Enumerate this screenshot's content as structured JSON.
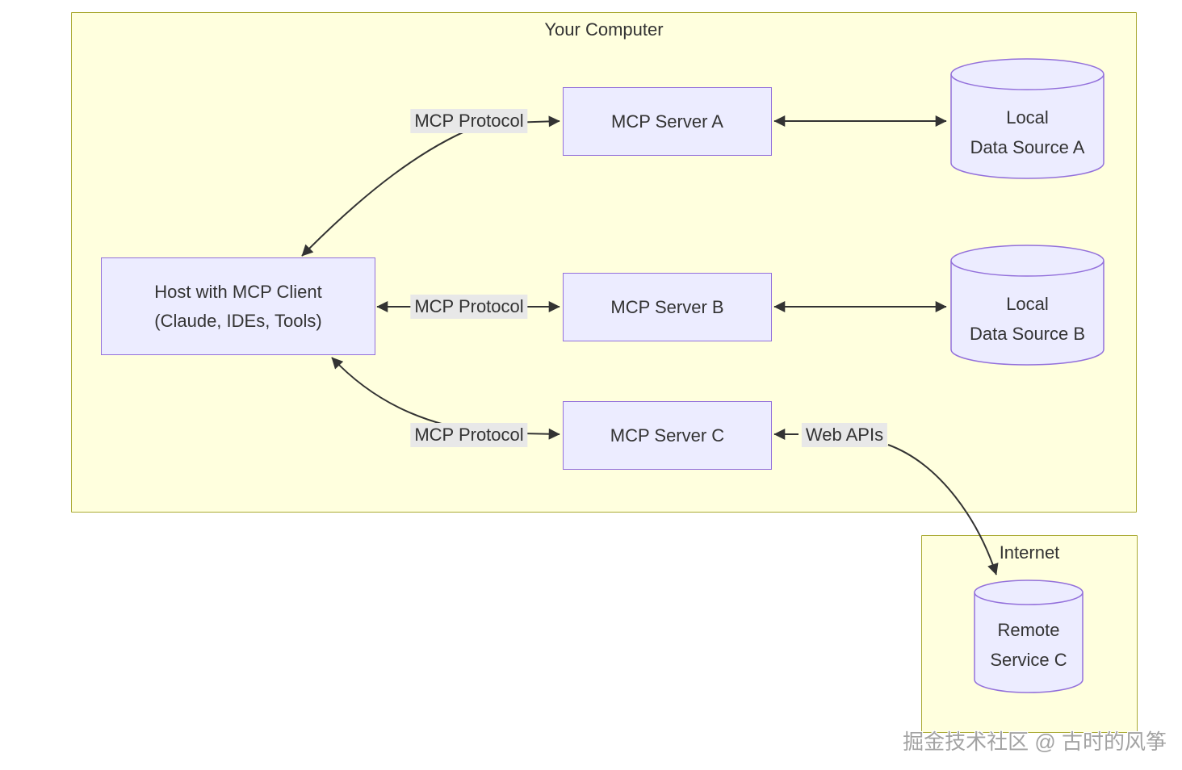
{
  "clusters": {
    "your_computer": {
      "label": "Your Computer"
    },
    "internet": {
      "label": "Internet"
    }
  },
  "nodes": {
    "host": {
      "line1": "Host with MCP Client",
      "line2": "(Claude, IDEs, Tools)"
    },
    "server_a": {
      "label": "MCP Server A"
    },
    "server_b": {
      "label": "MCP Server B"
    },
    "server_c": {
      "label": "MCP Server C"
    },
    "data_source_a": {
      "line1": "Local",
      "line2": "Data Source A"
    },
    "data_source_b": {
      "line1": "Local",
      "line2": "Data Source B"
    },
    "remote_service_c": {
      "line1": "Remote",
      "line2": "Service C"
    }
  },
  "edges": [
    {
      "from": "host",
      "to": "server_a",
      "label": "MCP Protocol",
      "bidirectional": true
    },
    {
      "from": "host",
      "to": "server_b",
      "label": "MCP Protocol",
      "bidirectional": true
    },
    {
      "from": "host",
      "to": "server_c",
      "label": "MCP Protocol",
      "bidirectional": true
    },
    {
      "from": "server_a",
      "to": "data_source_a",
      "label": "",
      "bidirectional": true
    },
    {
      "from": "server_b",
      "to": "data_source_b",
      "label": "",
      "bidirectional": true
    },
    {
      "from": "server_c",
      "to": "remote_service_c",
      "label": "Web APIs",
      "bidirectional": true
    }
  ],
  "watermark": "掘金技术社区 @ 古时的风筝",
  "colors": {
    "cluster_fill": "#FFFFDE",
    "cluster_border": "#AAAA33",
    "node_fill": "#ECECFF",
    "node_border": "#9370DB",
    "edge_label_bg": "#E8E8E8",
    "line": "#333333",
    "text": "#333333",
    "watermark_text": "#A3A3A3"
  }
}
